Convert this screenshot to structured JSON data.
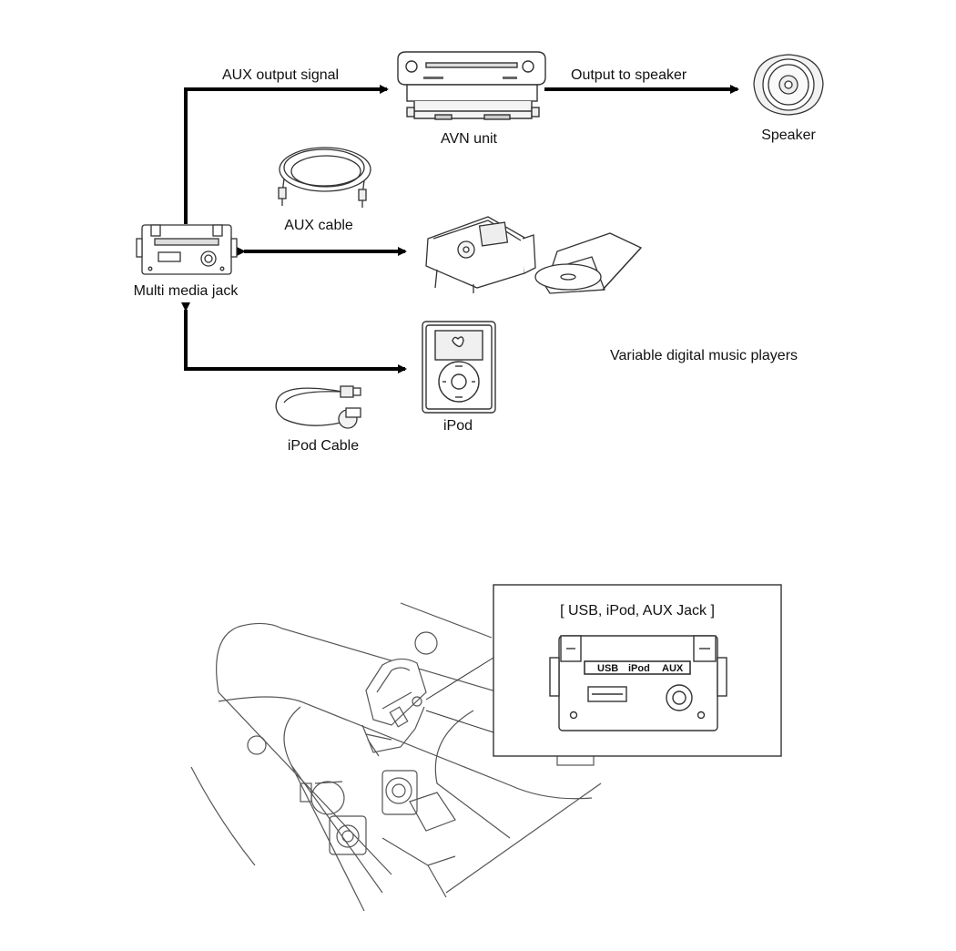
{
  "labels": {
    "aux_output_signal": "AUX output signal",
    "output_to_speaker": "Output to speaker",
    "avn_unit": "AVN unit",
    "speaker": "Speaker",
    "aux_cable": "AUX cable",
    "multi_media_jack": "Multi media jack",
    "variable_players": "Variable digital music players",
    "ipod": "iPod",
    "ipod_cable": "iPod Cable",
    "inset_title": "[ USB, iPod, AUX Jack ]"
  },
  "jack_ports": {
    "usb": "USB",
    "ipod": "iPod",
    "aux": "AUX"
  },
  "icons": [
    "avn-unit-icon",
    "speaker-icon",
    "aux-cable-icon",
    "multi-media-jack-icon",
    "mp3-player-icon",
    "cd-player-icon",
    "ipod-icon",
    "ipod-cable-icon",
    "console-jack-icon"
  ],
  "colors": {
    "line": "#000000",
    "drawing": "#444444",
    "background": "#ffffff"
  }
}
